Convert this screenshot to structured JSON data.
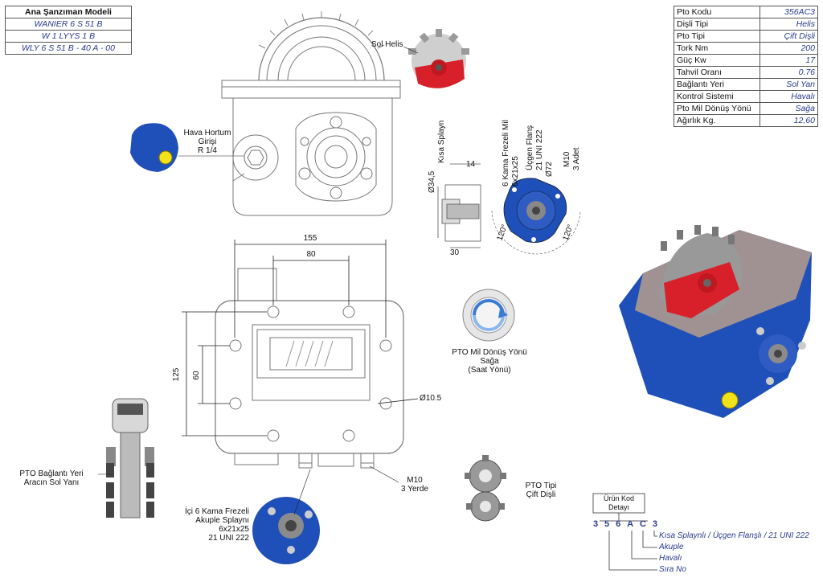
{
  "model_table": {
    "title": "Ana Şanzıman Modeli",
    "rows": [
      "WANIER 6 S 51 B",
      "W 1 LYYS 1 B",
      "WLY 6 S 51 B - 40 A - 00"
    ]
  },
  "spec_table": [
    {
      "key": "Pto Kodu",
      "value": "356AC3"
    },
    {
      "key": "Dişli Tipi",
      "value": "Helis"
    },
    {
      "key": "Pto Tipi",
      "value": "Çift Dişli"
    },
    {
      "key": "Tork Nm",
      "value": "200"
    },
    {
      "key": "Güç Kw",
      "value": "17"
    },
    {
      "key": "Tahvil Oranı",
      "value": "0.76"
    },
    {
      "key": "Bağlantı Yeri",
      "value": "Sol Yan"
    },
    {
      "key": "Kontrol Sistemi",
      "value": "Havalı"
    },
    {
      "key": "Pto Mil Dönüş Yönü",
      "value": "Sağa"
    },
    {
      "key": "Ağırlık Kg.",
      "value": "12,60"
    }
  ],
  "labels": {
    "sol_helis": "Sol Helis",
    "hava_hortum_1": "Hava Hortum",
    "hava_hortum_2": "Girişi",
    "hava_hortum_3": "R 1/4",
    "donus_1": "PTO Mil Dönüş Yönü",
    "donus_2": "Sağa",
    "donus_3": "(Saat Yönü)",
    "pto_baglanti_1": "PTO Bağlantı Yeri",
    "pto_baglanti_2": "Aracın Sol Yanı",
    "akuple_1": "İçi 6 Kama Frezeli",
    "akuple_2": "Akuple Splaynı",
    "akuple_3": "6x21x25",
    "akuple_4": "21 UNI 222",
    "m10_1": "M10",
    "m10_2": "3 Yerde",
    "pto_tipi_1": "PTO Tipi",
    "pto_tipi_2": "Çift Dişli"
  },
  "dimensions": {
    "d155": "155",
    "d80": "80",
    "d125": "125",
    "d60": "60",
    "d10_5": "Ø10.5",
    "kisa_splayn": "Kısa Splayn",
    "d14": "14",
    "d34_5": "Ø34,5",
    "d30": "30",
    "kama": "6 Kama Frezeli Mil",
    "kama2": "6x21x25",
    "ucgen": "Üçgen Flanş",
    "ucgen2": "21 UNI 222",
    "d72": "Ø72",
    "m10": "M10",
    "adet": "3 Adet",
    "a120a": "120°",
    "a120b": "120°"
  },
  "code_detail": {
    "title_1": "Ürün Kod",
    "title_2": "Detayı",
    "chars": [
      "3",
      "5",
      "6",
      "A",
      "C",
      "3"
    ],
    "legend": [
      "Kısa Splaynlı / Üçgen Flanşlı / 21 UNI 222",
      "Akuple",
      "Havalı",
      "Sıra No"
    ]
  },
  "colors": {
    "body_blue": "#1f4fb8",
    "gear_red": "#d8202a",
    "yellow_port": "#f2e21a",
    "text_blue": "#2a3a8a"
  }
}
